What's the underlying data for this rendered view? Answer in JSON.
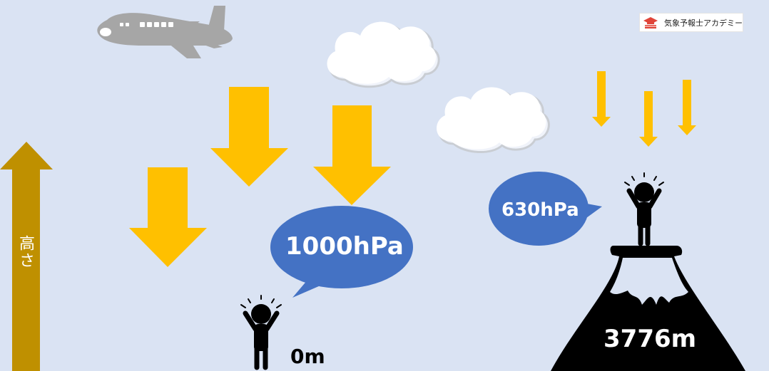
{
  "brand": {
    "name": "気象予報士アカデミー",
    "icon": "graduation-cap-book-icon",
    "color": "#e0453a"
  },
  "axis": {
    "label": "高さ",
    "arrow_color": "#bf9000"
  },
  "surface": {
    "pressure": "1000hPa",
    "altitude": "0m"
  },
  "summit": {
    "pressure": "630hPa",
    "altitude": "3776m"
  },
  "colors": {
    "background": "#dae3f3",
    "pressure_arrow": "#ffc000",
    "speech_bubble": "#4472c4",
    "mountain": "#000000",
    "airplane": "#a6a6a6"
  }
}
